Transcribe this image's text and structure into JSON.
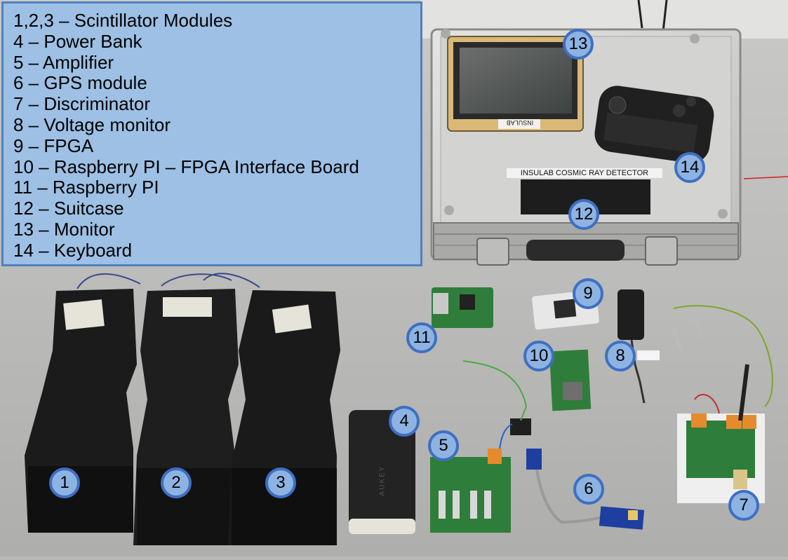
{
  "legend": {
    "items": [
      "1,2,3 – Scintillator Modules",
      "4 – Power Bank",
      "5 – Amplifier",
      "6 – GPS module",
      "7 – Discriminator",
      "8 – Voltage monitor",
      "9 – FPGA",
      "10 – Raspberry PI – FPGA Interface Board",
      "11 – Raspberry PI",
      "12 – Suitcase",
      "13 – Monitor",
      "14 – Keyboard"
    ]
  },
  "markers": [
    "1",
    "2",
    "3",
    "4",
    "5",
    "6",
    "7",
    "8",
    "9",
    "10",
    "11",
    "12",
    "13",
    "14"
  ],
  "labels": {
    "monitor_sticker": "INSULAB",
    "case_label": "INSULAB COSMIC RAY DETECTOR",
    "powerbank_brand": "AUKEY"
  },
  "colors": {
    "legend_bg": "#9dc0e4",
    "legend_border": "#4f81bd",
    "marker_fill": "#8db3e2",
    "marker_border": "#3e6fc2",
    "table": "#b9b9b7",
    "pcb_green": "#2f7d3a"
  }
}
